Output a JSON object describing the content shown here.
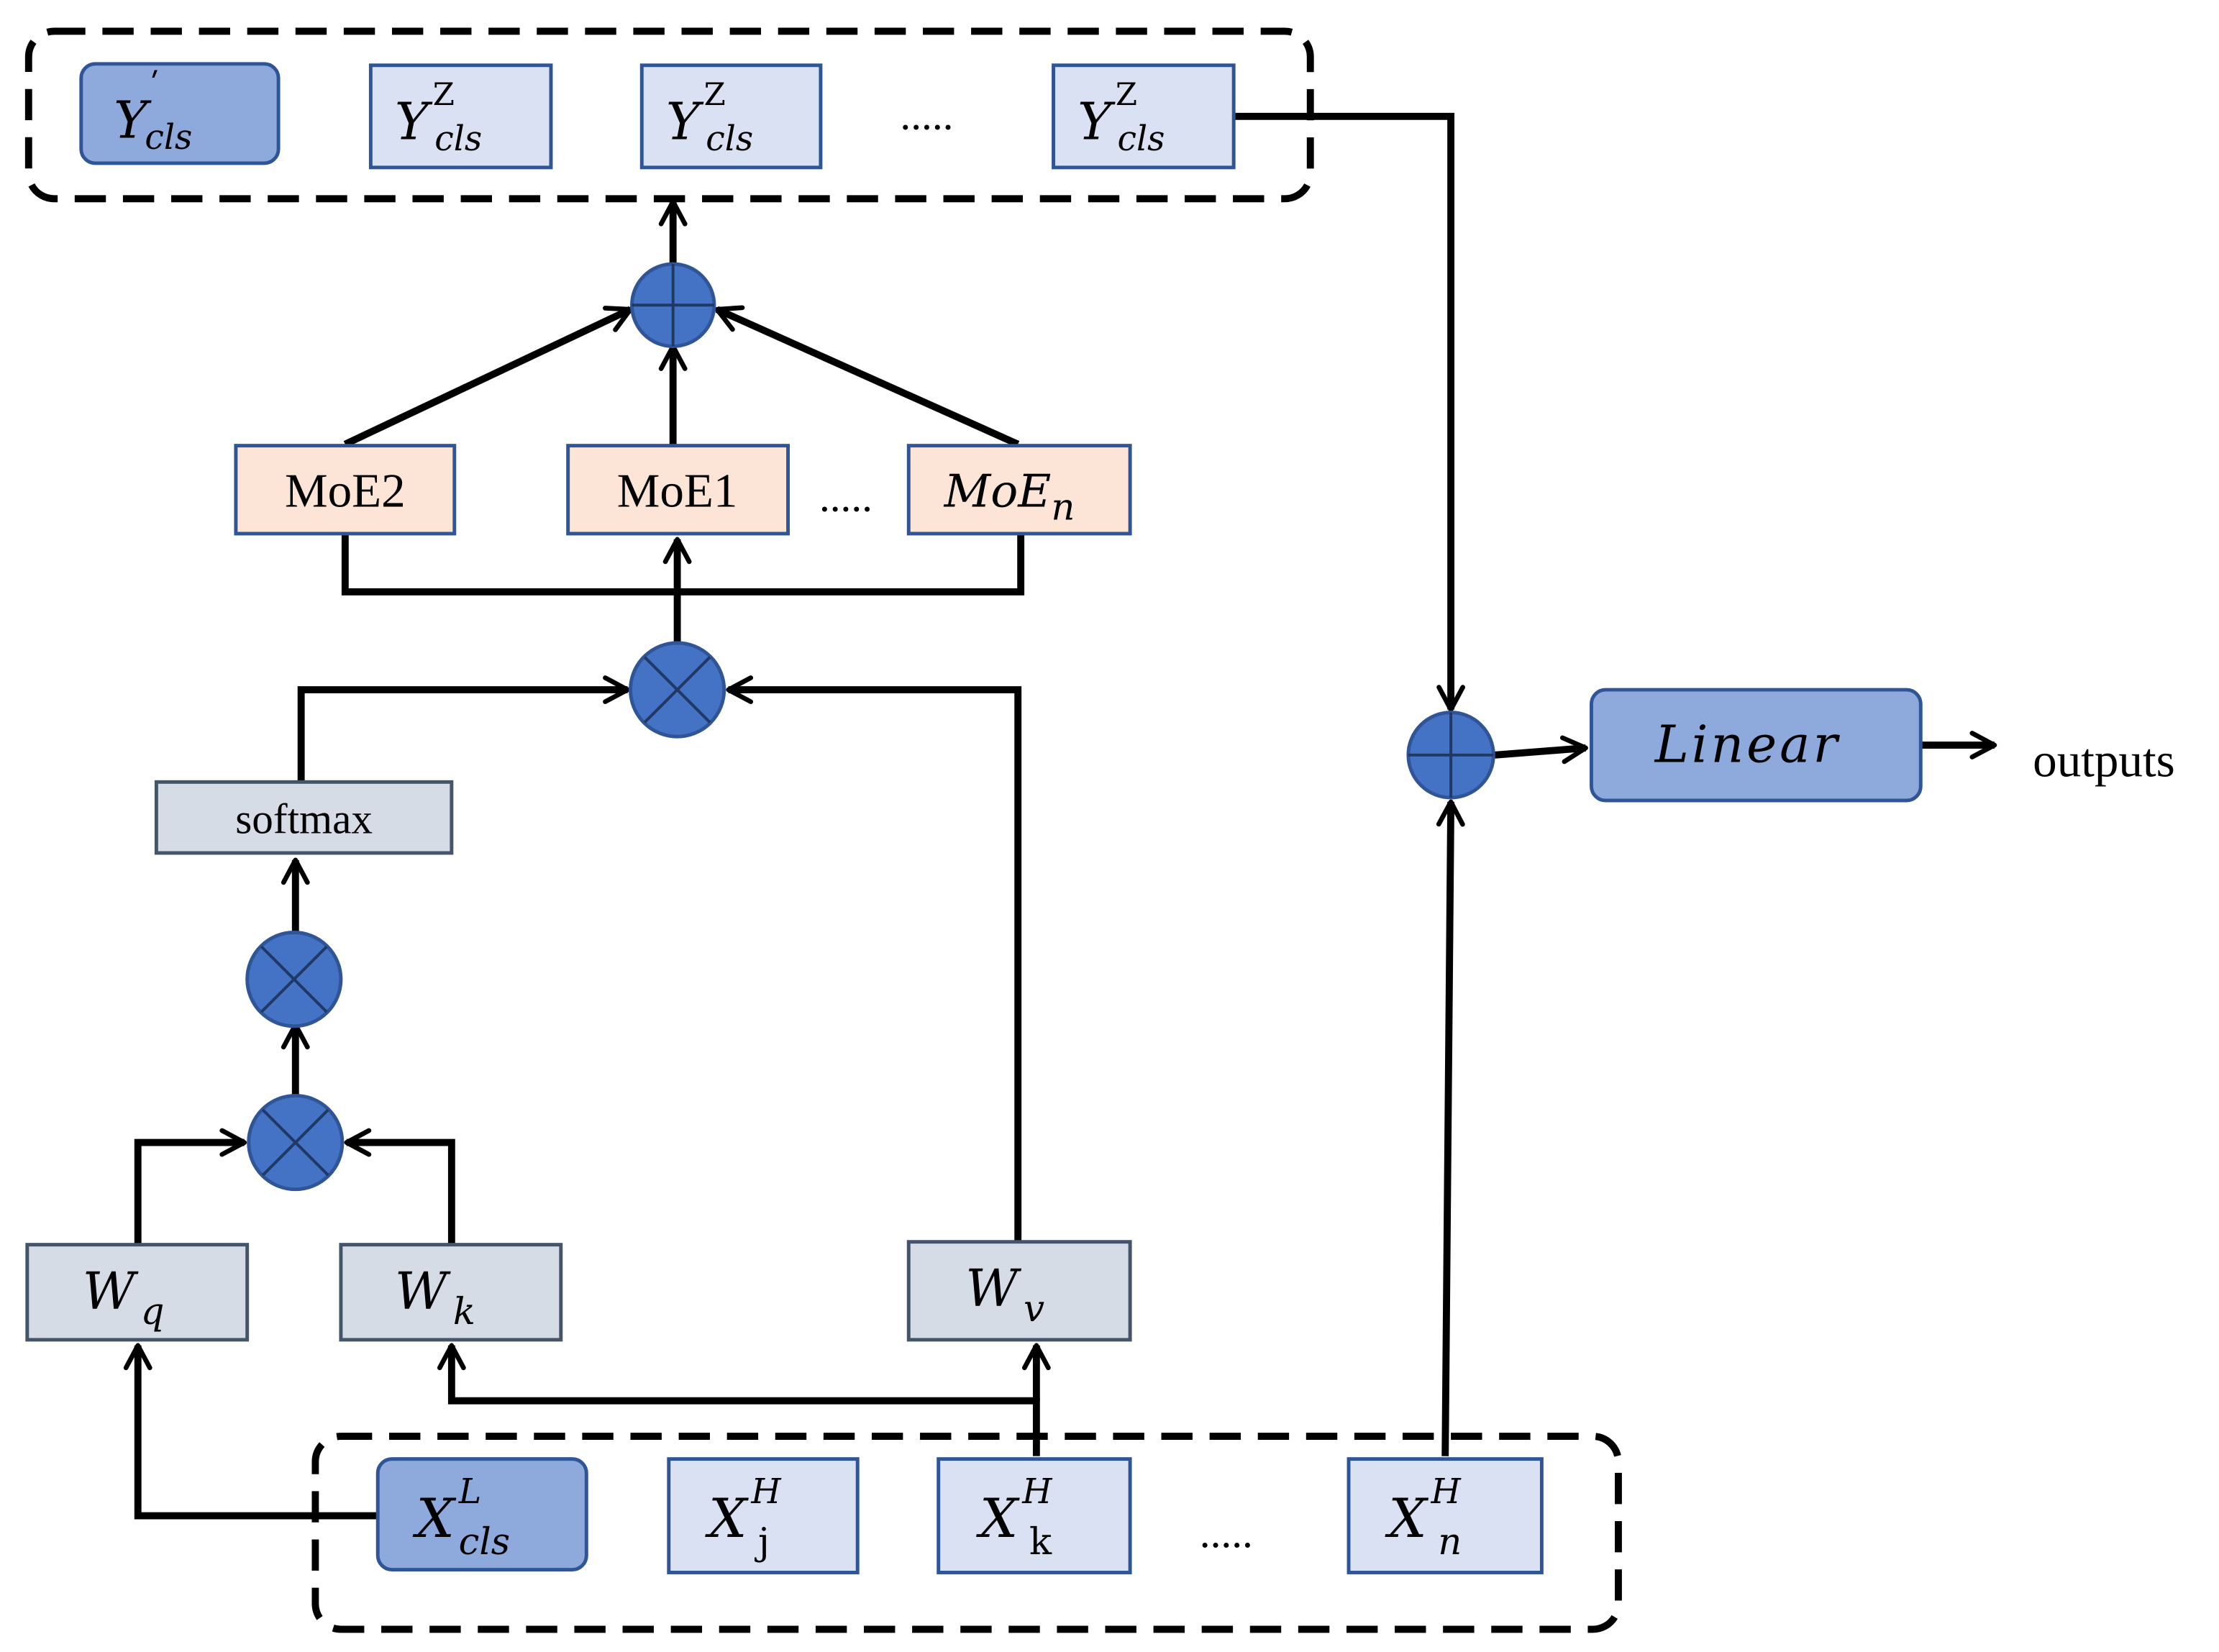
{
  "top_group": {
    "items": [
      {
        "base": "Y",
        "sup": "ʹ",
        "sub": "cls",
        "style": "dark"
      },
      {
        "base": "Y",
        "sup": "Z",
        "sub": "cls",
        "style": "light"
      },
      {
        "base": "Y",
        "sup": "Z",
        "sub": "cls",
        "style": "light"
      },
      {
        "base": "Y",
        "sup": "Z",
        "sub": "cls",
        "style": "light"
      }
    ],
    "ellipsis": "....."
  },
  "moe": {
    "moe2": "MoE2",
    "moe1": "MoE1",
    "moen_base": "MoE",
    "moen_sub": "n",
    "ellipsis": "....."
  },
  "softmax_label": "softmax",
  "weights": {
    "wq": {
      "base": "W",
      "sub": "q"
    },
    "wk": {
      "base": "W",
      "sub": "k"
    },
    "wv": {
      "base": "W",
      "sub": "v"
    }
  },
  "bottom_group": {
    "items": [
      {
        "base": "X",
        "sup": "L",
        "sub": "cls",
        "style": "dark"
      },
      {
        "base": "X",
        "sup": "H",
        "sub": "j",
        "style": "light"
      },
      {
        "base": "X",
        "sup": "H",
        "sub": "k",
        "style": "light"
      },
      {
        "base": "X",
        "sup": "H",
        "sub": "n",
        "style": "light"
      }
    ],
    "ellipsis": "....."
  },
  "linear_label": "Linear",
  "outputs_label": "outputs",
  "colors": {
    "dark_fill": "#8EA9DB",
    "light_fill": "#D9E1F2",
    "node_stroke": "#2F5597",
    "moe_fill": "#FCE4D6",
    "weight_fill": "#D6DCE5",
    "weight_stroke": "#44546A",
    "operator_fill": "#4472C4",
    "line": "#000000"
  }
}
